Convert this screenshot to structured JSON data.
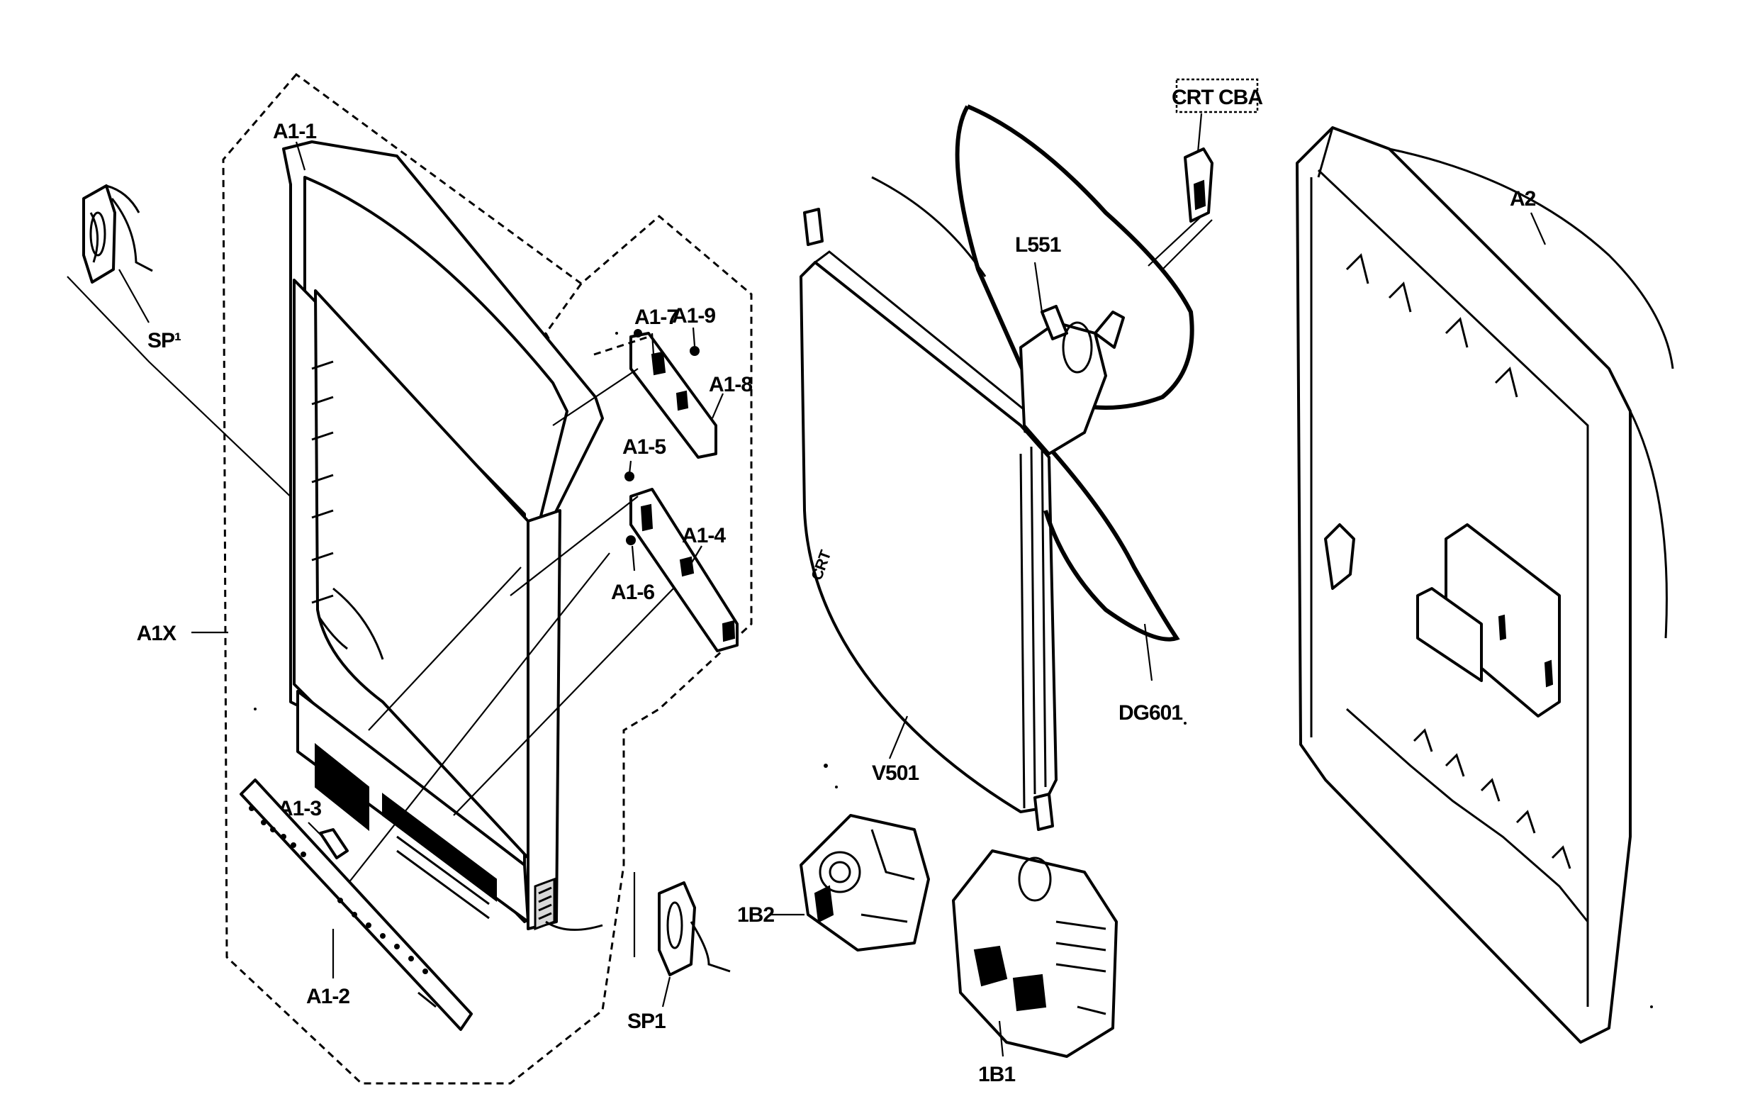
{
  "labels": {
    "a1_1": "A1-1",
    "sp_left": "SP¹",
    "a1x": "A1X",
    "a1_7": "A1-7",
    "a1_9": "A1-9",
    "a1_8": "A1-8",
    "a1_5": "A1-5",
    "a1_4": "A1-4",
    "a1_6": "A1-6",
    "a1_3": "A1-3",
    "a1_2": "A1-2",
    "sp_right": "SP1",
    "b2": "1B2",
    "b1": "1B1",
    "v501": "V501",
    "l551": "L551",
    "dg601": "DG601",
    "crt_cba": "CRT CBA",
    "a2": "A2"
  }
}
